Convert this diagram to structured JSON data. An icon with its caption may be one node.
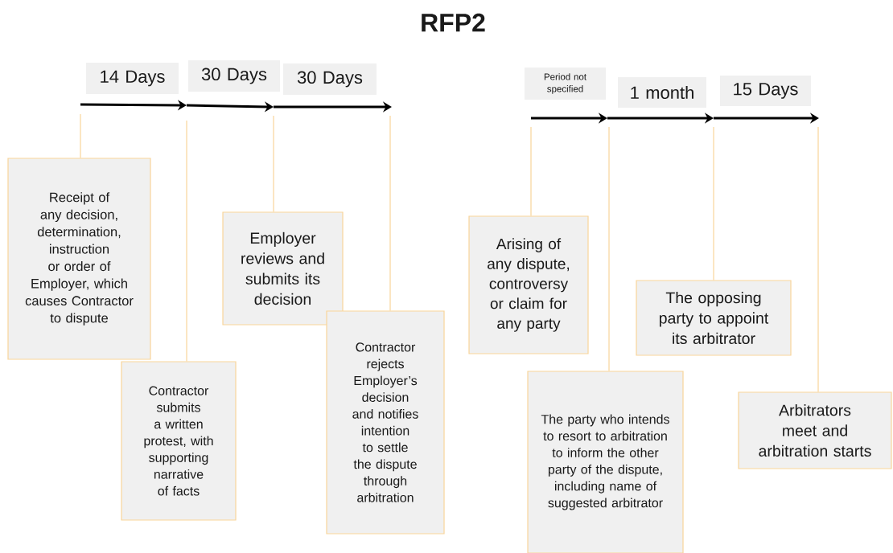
{
  "diagram": {
    "title": "RFP2",
    "nodes": [
      {
        "text": [
          "14 Days"
        ]
      },
      {
        "text": [
          "30 Days"
        ]
      },
      {
        "text": [
          "30 Days"
        ]
      },
      {
        "text": [
          "Period not specified"
        ]
      },
      {
        "text": [
          "1 month"
        ]
      },
      {
        "text": [
          "15 Days"
        ]
      },
      {
        "text": [
          "Receipt of any decision, determination, instruction or order of Employer, which causes Contractor to dispute"
        ]
      },
      {
        "text": [
          "Contractor submits a written protest, with supporting narrative of facts"
        ]
      },
      {
        "text": [
          "Employer reviews and submits its decision"
        ]
      },
      {
        "text": [
          "Contractor rejects Employer’s decision and notifies intention to settle the dispute through arbitration"
        ]
      },
      {
        "text": [
          "Arising of any dispute, controversy or claim for any party"
        ]
      },
      {
        "text": [
          "The party who intends to resort to arbitration to inform the other party of the dispute, including name of suggested arbitrator"
        ]
      },
      {
        "text": [
          "The opposing party to appoint its arbitrator"
        ]
      },
      {
        "text": [
          "Arbitrators meet and arbitration starts"
        ]
      }
    ],
    "edges": [
      {
        "from": 6,
        "to": null,
        "arrow": "none"
      },
      {
        "from": 7,
        "to": null,
        "arrow": "none"
      },
      {
        "from": 8,
        "to": null,
        "arrow": "none"
      },
      {
        "from": 9,
        "to": null,
        "arrow": "none"
      },
      {
        "from": 10,
        "to": null,
        "arrow": "none"
      },
      {
        "from": 11,
        "to": null,
        "arrow": "none"
      },
      {
        "from": 12,
        "to": null,
        "arrow": "none"
      },
      {
        "from": 13,
        "to": null,
        "arrow": "none"
      }
    ]
  }
}
